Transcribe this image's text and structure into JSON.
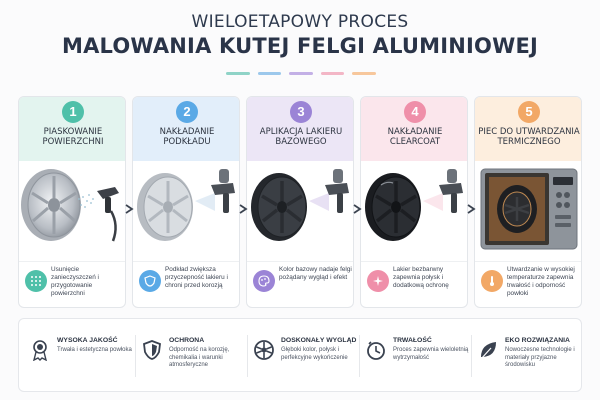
{
  "header": {
    "title_line1": "WIELOETAPOWY PROCES",
    "title_line2": "MALOWANIA KUTEJ FELGI ALUMINIOWEJ",
    "dash_colors": [
      "#8fd3c7",
      "#9cc8ec",
      "#c3b0e6",
      "#f3b6c6",
      "#f7c79c"
    ]
  },
  "steps": [
    {
      "number": "1",
      "title": "PIASKOWANIE POWIERZCHNI",
      "description": "Usunięcie zanieczyszczeń i przygotowanie powierzchni",
      "accent": "#4fc0a9",
      "head_bg": "#e3f4ef",
      "icon": "dots-texture-icon"
    },
    {
      "number": "2",
      "title": "NAKŁADANIE PODKŁADU",
      "description": "Podkład zwiększa przyczepność lakieru i chroni przed korozją",
      "accent": "#5aa9e6",
      "head_bg": "#e2eefa",
      "icon": "shield-icon"
    },
    {
      "number": "3",
      "title": "APLIKACJA LAKIERU BAZOWEGO",
      "description": "Kolor bazowy nadaje felgi pożądany wygląd i efekt",
      "accent": "#9b84d6",
      "head_bg": "#ece6f6",
      "icon": "palette-icon"
    },
    {
      "number": "4",
      "title": "NAKŁADANIE CLEARCOAT",
      "description": "Lakier bezbarwny zapewnia połysk i dodatkową ochronę",
      "accent": "#ef8fa9",
      "head_bg": "#fbe6ec",
      "icon": "sparkle-icon"
    },
    {
      "number": "5",
      "title": "PIEC DO UTWARDZANIA TERMICZNEGO",
      "description": "Utwardzanie w wysokiej temperaturze zapewnia trwałość i odporność powłoki",
      "accent": "#f2a866",
      "head_bg": "#fdeede",
      "icon": "thermometer-icon"
    }
  ],
  "features": [
    {
      "title": "WYSOKA JAKOŚĆ",
      "text": "Trwała i estetyczna powłoka",
      "icon": "award-medal-icon"
    },
    {
      "title": "OCHRONA",
      "text": "Odporność na korozję, chemikalia i warunki atmosferyczne",
      "icon": "shield-icon"
    },
    {
      "title": "DOSKONAŁY WYGLĄD",
      "text": "Głęboki kolor, połysk i perfekcyjne wykończenie",
      "icon": "wheel-icon"
    },
    {
      "title": "TRWAŁOŚĆ",
      "text": "Proces zapewnia wieloletnią wytrzymałość",
      "icon": "clock-icon"
    },
    {
      "title": "EKO ROZWIĄZANIA",
      "text": "Nowoczesne technologie i materiały przyjazne środowisku",
      "icon": "leaf-icon"
    }
  ]
}
